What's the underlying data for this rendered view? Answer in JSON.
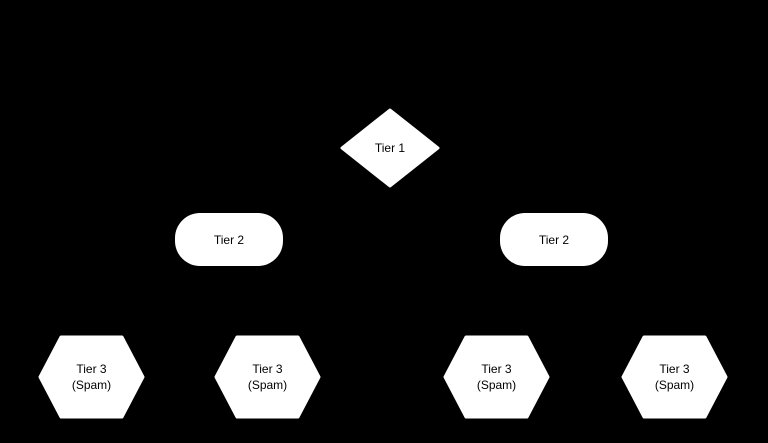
{
  "diagram": {
    "type": "flowchart-hierarchy",
    "colors": {
      "background": "#000000",
      "shape_fill": "#ffffff",
      "text": "#000000"
    },
    "nodes": [
      {
        "id": "tier1",
        "shape": "diamond",
        "label": "Tier 1"
      },
      {
        "id": "tier2-left",
        "shape": "rounded-rectangle",
        "label": "Tier 2"
      },
      {
        "id": "tier2-right",
        "shape": "rounded-rectangle",
        "label": "Tier 2"
      },
      {
        "id": "tier3-1",
        "shape": "hexagon",
        "label": "Tier 3\n(Spam)"
      },
      {
        "id": "tier3-2",
        "shape": "hexagon",
        "label": "Tier 3\n(Spam)"
      },
      {
        "id": "tier3-3",
        "shape": "hexagon",
        "label": "Tier 3\n(Spam)"
      },
      {
        "id": "tier3-4",
        "shape": "hexagon",
        "label": "Tier 3\n(Spam)"
      }
    ],
    "edges_visible": false
  }
}
